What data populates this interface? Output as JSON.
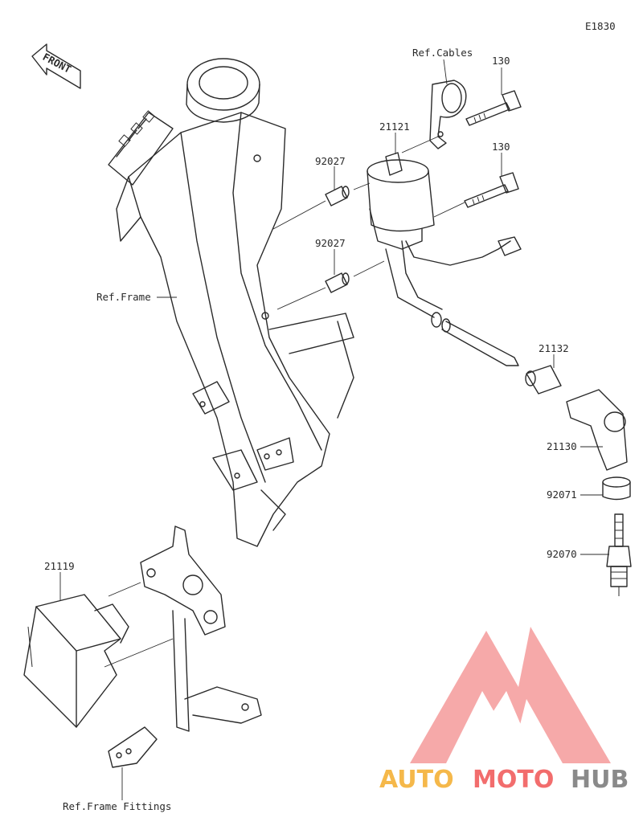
{
  "diagram": {
    "code": "E1830",
    "front_label": "FRONT",
    "labels": {
      "ref_cables": "Ref.Cables",
      "bolt_upper": "130",
      "ignition_coil": "21121",
      "collar_upper": "92027",
      "bolt_lower": "130",
      "collar_lower": "92027",
      "ref_frame": "Ref.Frame",
      "cap_seal": "21132",
      "plug_cap": "21130",
      "seal_92071": "92071",
      "spark_plug": "92070",
      "cdi_unit": "21119",
      "ref_frame_fittings": "Ref.Frame Fittings"
    }
  },
  "watermark": {
    "part1": "AUTO",
    "part2": "MOTO",
    "part3": "HUB",
    "color_red": "#f26d6d",
    "color_orange": "#f5b84a",
    "color_gray": "#8a8a8a"
  }
}
